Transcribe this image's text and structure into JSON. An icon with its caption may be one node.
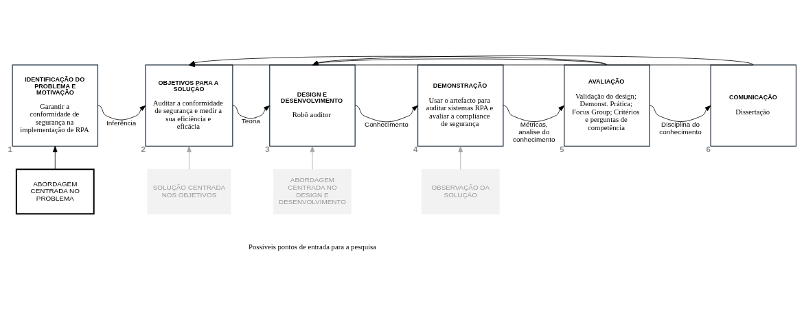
{
  "diagram": {
    "nodes": [
      {
        "text": [
          "IDENTIFICAÇÃO DO PROBLEMA E MOTIVAÇÃO",
          "Garantir a conformidade de segurança  na implementação de RPA"
        ],
        "beside": [
          "1"
        ]
      },
      {
        "text": [
          "OBJETIVOS PARA A SOLUÇÃO",
          "Auditar a conformidade de segurança e medir a sua eficiência e eficácia"
        ],
        "beside": [
          "2"
        ]
      },
      {
        "text": [
          "DESIGN E DESENVOLVIMENTO",
          "Robô auditor"
        ],
        "beside": [
          "3"
        ]
      },
      {
        "text": [
          "DEMONSTRAÇÃO",
          "Usar o artefacto para auditar sistemas RPA e avaliar a compliance de segurança"
        ],
        "beside": [
          "4"
        ]
      },
      {
        "text": [
          "AVALIAÇÃO",
          "Validação do design; Demonst. Prática; Focus Group; Critérios e perguntas de competência"
        ],
        "beside": [
          "5"
        ]
      },
      {
        "text": [
          "COMUNICAÇÃO",
          "Dissertação"
        ],
        "beside": [
          "6"
        ]
      },
      {
        "text": [
          "ABORDAGEM CENTRADA NO PROBLEMA"
        ]
      },
      {
        "text": [
          "SOLUÇÃO CENTRADA NOS OBJETIVOS"
        ]
      },
      {
        "text": [
          "ABORDAGEM CENTRADA NO DESIGN E DESENVOLVIMENTO"
        ]
      },
      {
        "text": [
          "OBSERVAÇÃO DA SOLUÇÃO"
        ]
      }
    ],
    "edges": [
      {
        "from": 0,
        "to": 1,
        "arrow": "to",
        "label": "Inferência"
      },
      {
        "from": 1,
        "to": 2,
        "arrow": "to",
        "label": "Teoria"
      },
      {
        "from": 2,
        "to": 3,
        "arrow": "to",
        "label": "Conhecimento"
      },
      {
        "from": 3,
        "to": 4,
        "arrow": "to",
        "label": "Métricas, analise do conhecimento"
      },
      {
        "from": 4,
        "to": 5,
        "arrow": "to",
        "label": "Disciplina do conhecimento"
      },
      {
        "from": 4,
        "to": 1,
        "arrow": "to"
      },
      {
        "from": 4,
        "to": 2,
        "arrow": "to"
      },
      {
        "from": 5,
        "to": 1,
        "arrow": "to"
      },
      {
        "from": 5,
        "to": 2,
        "arrow": "to"
      },
      {
        "from": 6,
        "to": 0,
        "arrow": "to"
      },
      {
        "from": 7,
        "to": 1,
        "arrow": "to",
        "color": "#a6a6a6"
      },
      {
        "from": 8,
        "to": 2,
        "arrow": "to",
        "color": "#a6a6a6"
      },
      {
        "from": 9,
        "to": 3,
        "arrow": "to",
        "color": "#a6a6a6"
      }
    ],
    "labels": [
      "Possíveis pontos de entrada para a pesquisa"
    ]
  }
}
